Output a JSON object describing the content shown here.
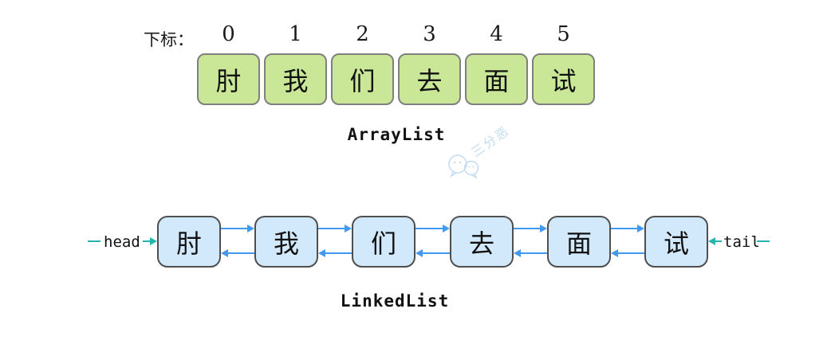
{
  "array_section": {
    "index_label": "下标：",
    "caption": "ArrayList",
    "items": [
      {
        "index": "0",
        "char": "肘"
      },
      {
        "index": "1",
        "char": "我"
      },
      {
        "index": "2",
        "char": "们"
      },
      {
        "index": "3",
        "char": "去"
      },
      {
        "index": "4",
        "char": "面"
      },
      {
        "index": "5",
        "char": "试"
      }
    ]
  },
  "linked_section": {
    "caption": "LinkedList",
    "head_label": "head",
    "tail_label": "tail",
    "nodes": [
      "肘",
      "我",
      "们",
      "去",
      "面",
      "试"
    ]
  },
  "watermark": {
    "text": "三分恶",
    "icon": "wechat-bubbles-icon"
  },
  "colors": {
    "array_cell_fill": "#c9e797",
    "array_cell_border": "#7f7f7f",
    "node_fill": "#d2e9fb",
    "node_border": "#4f4f4f",
    "link_arrow": "#4199f0",
    "pointer_teal": "#27b4ae",
    "watermark_blue": "#c3dcf2"
  }
}
